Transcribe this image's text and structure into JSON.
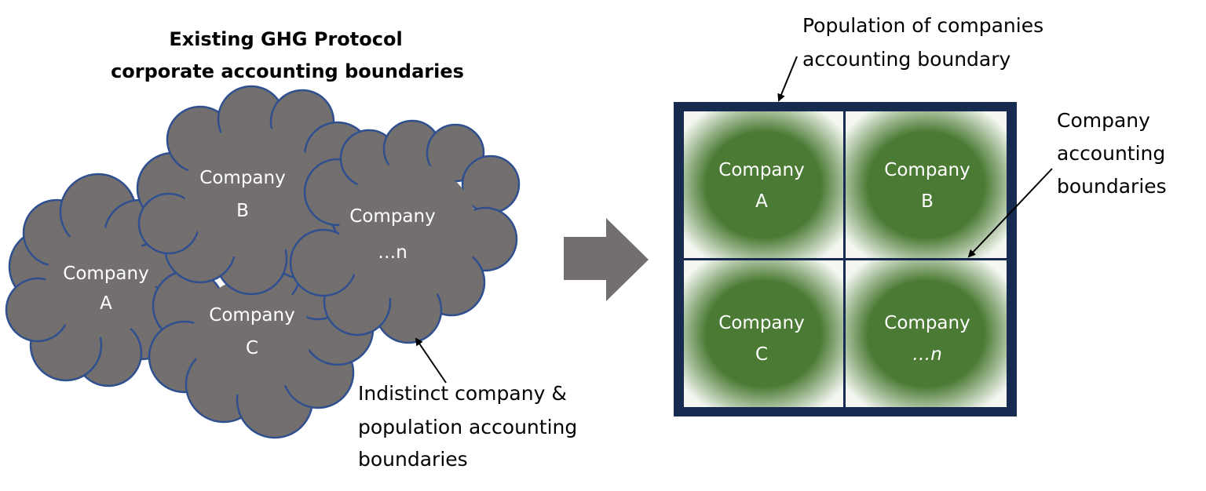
{
  "left": {
    "title_line1": "Existing GHG Protocol",
    "title_line2": "corporate accounting boundaries",
    "clouds": [
      {
        "line1": "Company",
        "line2": "A"
      },
      {
        "line1": "Company",
        "line2": "B"
      },
      {
        "line1": "Company",
        "line2": "C"
      },
      {
        "line1": "Company",
        "line2": "…n"
      }
    ],
    "callout": {
      "line1": "Indistinct company &",
      "line2": "population accounting",
      "line3": "boundaries"
    }
  },
  "right": {
    "population_callout": {
      "line1": "Population of companies",
      "line2": "accounting boundary"
    },
    "company_callout": {
      "line1": "Company",
      "line2": "accounting",
      "line3": "boundaries"
    },
    "cells": [
      {
        "line1": "Company",
        "line2": "A"
      },
      {
        "line1": "Company",
        "line2": "B"
      },
      {
        "line1": "Company",
        "line2": "C"
      },
      {
        "line1": "Company",
        "line2": "…n"
      }
    ]
  },
  "colors": {
    "cloud_fill": "#736f6e",
    "cloud_stroke": "#2f4f8f",
    "frame": "#172a4f",
    "cell_green": "#4a7a33",
    "arrow": "#736f6e"
  }
}
